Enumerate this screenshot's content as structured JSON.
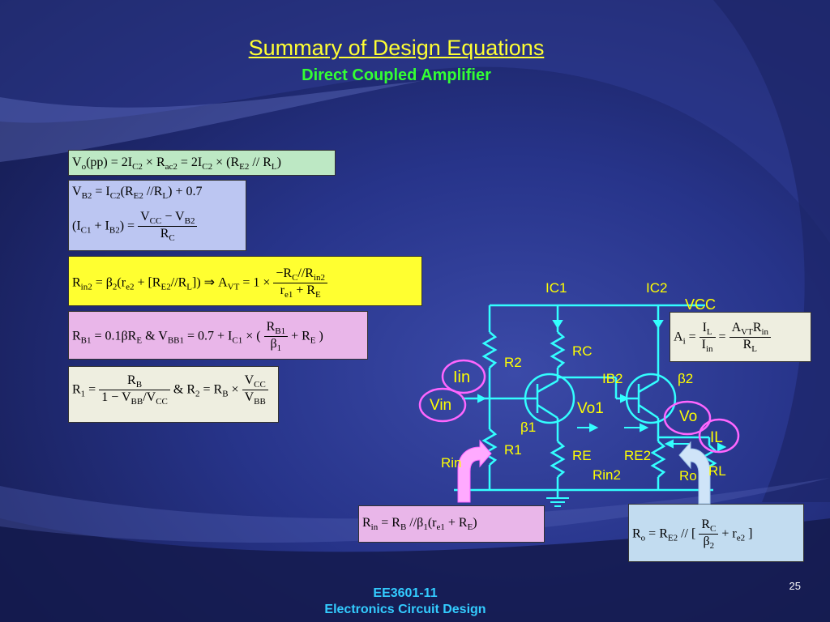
{
  "slide": {
    "title": "Summary of Design Equations",
    "subtitle": "Direct Coupled Amplifier",
    "footer_line1": "EE3601-11",
    "footer_line2": "Electronics Circuit Design",
    "page_number": "25"
  },
  "equations": {
    "vo_pp": "Vo(pp) = 2IC2 × Rac2 = 2IC2 × (RE2 // RL)",
    "vb2": "VB2 = IC2(RE2 // RL) + 0.7",
    "ic1_ib2": "(IC1 + IB2) = (VCC − VB2) / RC",
    "rin2_avt": "Rin2 = β2(re2 + [RE2//RL]) ⇒ AVT = 1 × (−RC//Rin2) / (re1 + RE)",
    "rb1_vbb1": "RB1 = 0.1βRE & VBB1 = 0.7 + IC1 × (RB1/β1 + RE)",
    "r1_r2": "R1 = RB / (1 − VBB/VCC) & R2 = RB × VCC/VBB",
    "ai": "Ai = IL/Iin = AVT Rin / RL",
    "rin": "Rin = RB // β1(re1 + RE)",
    "ro": "Ro = RE2 // [RC/β2 + re2]"
  },
  "circuit_labels": {
    "ic1": "IC1",
    "ic2": "IC2",
    "vcc": "VCC",
    "rc": "RC",
    "r2": "R2",
    "ib2": "IB2",
    "beta2": "β2",
    "iin": "Iin",
    "vin": "Vin",
    "vo1": "Vo1",
    "vo": "Vo",
    "beta1": "β1",
    "il": "IL",
    "r1": "R1",
    "re": "RE",
    "re2": "RE2",
    "rin": "Rin",
    "rin2": "Rin2",
    "ro": "Ro",
    "rl": "RL"
  },
  "colors": {
    "circuit_wire": "#33ffff",
    "label_text": "#ffff00",
    "highlight_circle": "#ff66ff",
    "title": "#ffff33",
    "subtitle": "#33ff33",
    "footer": "#33ccff"
  }
}
